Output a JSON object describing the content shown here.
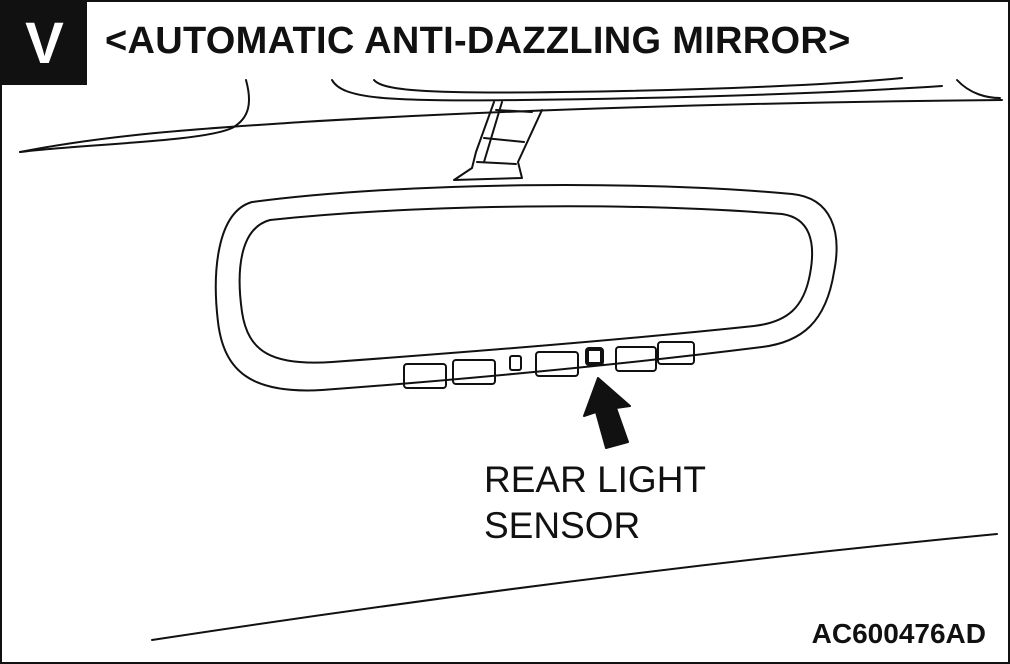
{
  "badge": "V",
  "title": "<AUTOMATIC ANTI-DAZZLING MIRROR>",
  "callout": {
    "line1": "REAR LIGHT",
    "line2": "SENSOR"
  },
  "figure_code": "AC600476AD"
}
